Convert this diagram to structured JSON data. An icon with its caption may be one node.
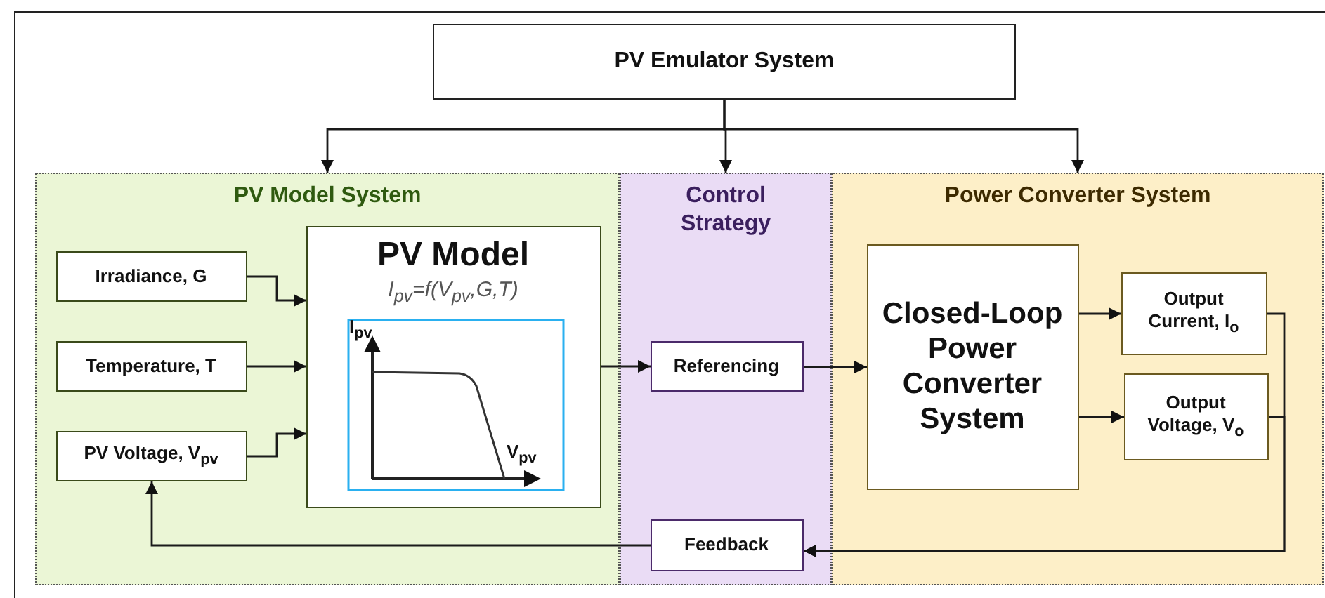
{
  "diagram": {
    "nodes": [
      {
        "text": [
          "PV Emulator System"
        ]
      },
      {
        "text": [
          "PV Model System"
        ]
      },
      {
        "text": [
          "Irradiance, G"
        ],
        "in": 1
      },
      {
        "text": [
          "Temperature, T"
        ],
        "in": 1
      },
      {
        "text": [
          "PV Voltage, V$_{pv}$"
        ],
        "in": 1
      },
      {
        "text": [
          "PV Model",
          "I$_{pv}$=f(V$_{pv}$,G,T)"
        ],
        "in": 1
      },
      {
        "text": [
          "Control Strategy"
        ]
      },
      {
        "text": [
          "Referencing"
        ],
        "in": 6
      },
      {
        "text": [
          "Feedback"
        ],
        "in": 6
      },
      {
        "text": [
          "Power Converter System"
        ]
      },
      {
        "text": [
          "Closed-Loop Power Converter System"
        ],
        "in": 9
      },
      {
        "text": [
          "Output Current, I$_{o}$"
        ],
        "in": 9
      },
      {
        "text": [
          "Output Voltage, V$_{o}$"
        ],
        "in": 9
      }
    ],
    "edges": [
      {
        "from": 0,
        "to": 1,
        "arrow": "to"
      },
      {
        "from": 0,
        "to": 6,
        "arrow": "to"
      },
      {
        "from": 0,
        "to": 9,
        "arrow": "to"
      },
      {
        "from": 2,
        "to": 5,
        "arrow": "to"
      },
      {
        "from": 3,
        "to": 5,
        "arrow": "to"
      },
      {
        "from": 4,
        "to": 5,
        "arrow": "to"
      },
      {
        "from": 5,
        "to": 7,
        "arrow": "to"
      },
      {
        "from": 7,
        "to": 10,
        "arrow": "to"
      },
      {
        "from": 10,
        "to": 11,
        "arrow": "to"
      },
      {
        "from": 10,
        "to": 12,
        "arrow": "to"
      },
      {
        "from": 11,
        "to": 8,
        "arrow": "to"
      },
      {
        "from": 12,
        "to": 8,
        "arrow": "to"
      },
      {
        "from": 8,
        "to": 4,
        "arrow": "to"
      }
    ],
    "labels": [
      "I$_{pv}$",
      "V$_{pv}$"
    ]
  }
}
